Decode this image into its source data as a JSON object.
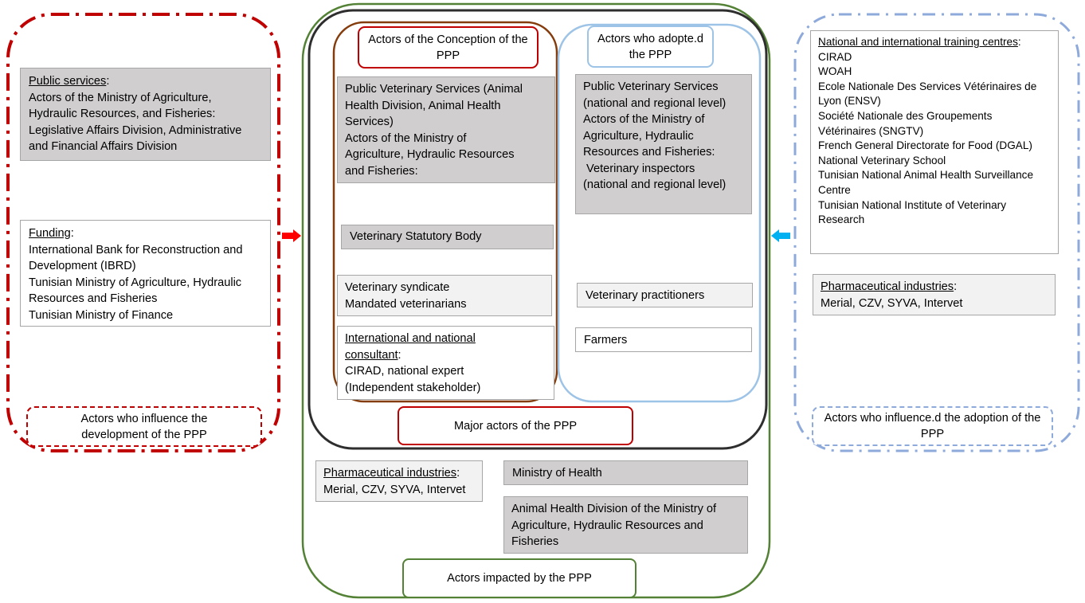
{
  "left_group": {
    "public_services": {
      "heading": "Public services",
      "lines": [
        "Actors of the Ministry of Agriculture,",
        "Hydraulic Resources, and Fisheries:",
        "Legislative Affairs Division,  Administrative",
        "and Financial Affairs Division"
      ]
    },
    "funding": {
      "heading": "Funding",
      "lines": [
        "International Bank for Reconstruction and",
        "Development (IBRD)",
        "Tunisian Ministry of Agriculture, Hydraulic",
        "Resources and Fisheries",
        "Tunisian Ministry of Finance"
      ]
    },
    "label": "Actors who influence the development of the PPP"
  },
  "conception": {
    "label": "Actors of the Conception of the PPP",
    "public_vet": [
      "Public Veterinary Services (Animal",
      "Health Division, Animal Health",
      "Services)",
      "Actors of the Ministry of",
      "Agriculture, Hydraulic Resources",
      "and Fisheries:"
    ],
    "statutory_body": "Veterinary Statutory Body",
    "syndicate": [
      "Veterinary syndicate",
      "Mandated veterinarians"
    ],
    "consultant_heading": [
      "International and national",
      "consultant"
    ],
    "consultant_lines": [
      "CIRAD, national expert",
      "(Independent stakeholder)"
    ]
  },
  "adopters": {
    "label": "Actors who adopte.d the PPP",
    "public_vet": [
      "Public Veterinary Services",
      "(national and regional level)",
      "Actors of the Ministry of",
      "Agriculture, Hydraulic",
      "Resources and Fisheries:",
      " Veterinary inspectors",
      "(national and regional level)"
    ],
    "practitioners": "Veterinary practitioners",
    "farmers": "Farmers"
  },
  "major_label": "Major actors of the PPP",
  "impacted": {
    "pharma_heading": "Pharmaceutical industries",
    "pharma_list": "Merial, CZV, SYVA, Intervet",
    "ministry_health": "Ministry of Health",
    "animal_health_division": [
      "Animal Health Division of the Ministry of",
      "Agriculture, Hydraulic Resources and",
      "Fisheries"
    ],
    "label": "Actors impacted by the PPP"
  },
  "right_group": {
    "training_heading": "National and international training centres",
    "training_lines": [
      "CIRAD",
      "WOAH",
      "Ecole Nationale Des Services Vétérinaires de",
      "Lyon (ENSV)",
      "Société Nationale des Groupements",
      "Vétérinaires (SNGTV)",
      "French General Directorate for Food (DGAL)",
      "National Veterinary School",
      "Tunisian National Animal Health Surveillance",
      "Centre",
      "Tunisian National Institute of Veterinary",
      "Research"
    ],
    "pharma_heading": "Pharmaceutical industries",
    "pharma_list": "Merial, CZV, SYVA, Intervet",
    "label": "Actors who influence.d the adoption of the PPP"
  },
  "colors": {
    "dark_red": "#c00000",
    "green": "#538135",
    "charcoal": "#2e2e2e",
    "brown": "#843c0c",
    "light_blue": "#9dc3e6",
    "dash_blue": "#8eaadb",
    "arrow_red": "#ff0000",
    "arrow_blue": "#00b0f0",
    "gray_fill": "#d0cece"
  }
}
